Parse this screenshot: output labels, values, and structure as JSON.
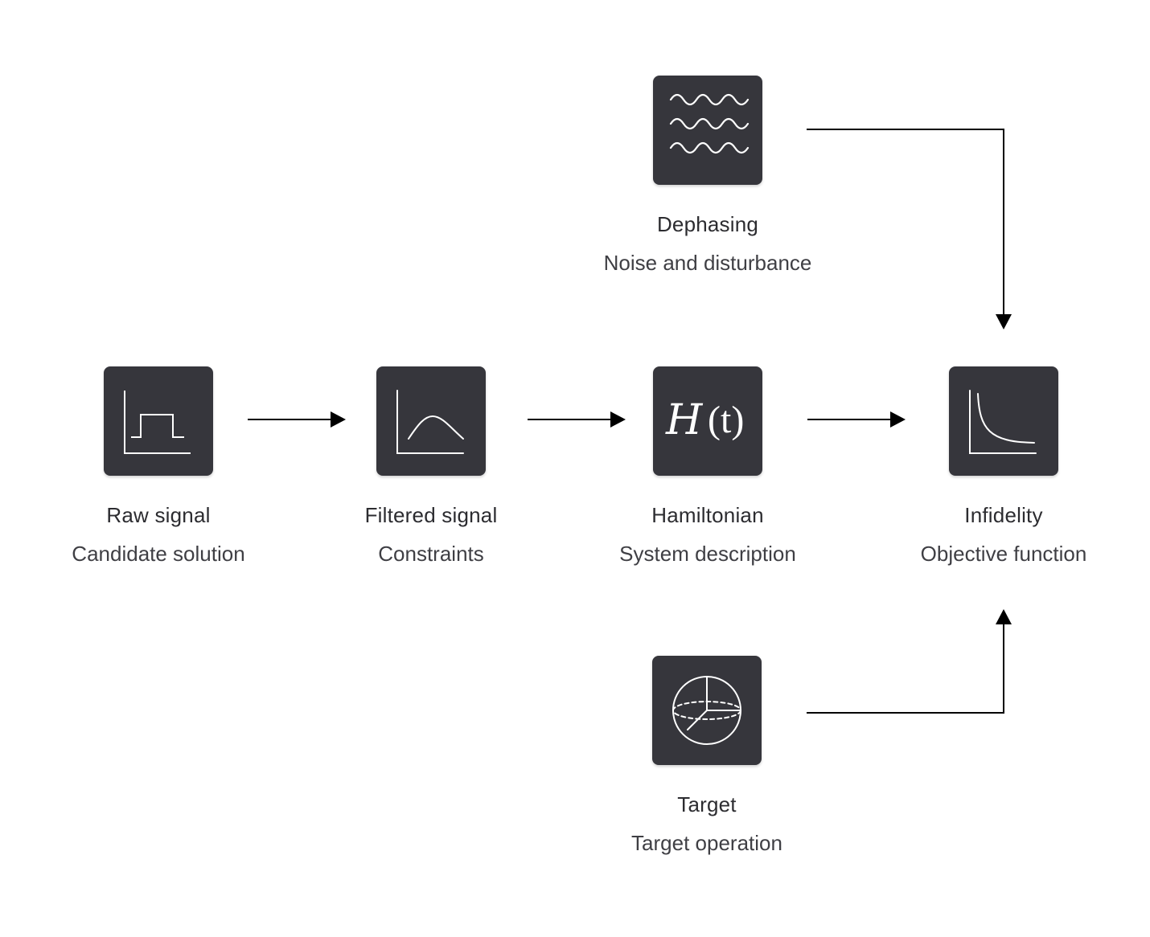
{
  "colors": {
    "tile": "#36363c",
    "icon_stroke": "#ffffff",
    "arrow": "#000000",
    "title_text": "#2c2c30",
    "subtitle_text": "#3f3f44"
  },
  "nodes": {
    "dephasing": {
      "icon": "waves-icon",
      "title": "Dephasing",
      "subtitle": "Noise and disturbance"
    },
    "raw_signal": {
      "icon": "square-pulse-icon",
      "title": "Raw signal",
      "subtitle": "Candidate solution"
    },
    "filtered_signal": {
      "icon": "smooth-pulse-icon",
      "title": "Filtered signal",
      "subtitle": "Constraints"
    },
    "hamiltonian": {
      "icon": "hamiltonian-formula-icon",
      "formula_symbol": "H",
      "formula_arg": "(t)",
      "title": "Hamiltonian",
      "subtitle": "System description"
    },
    "infidelity": {
      "icon": "decay-curve-icon",
      "title": "Infidelity",
      "subtitle": "Objective function"
    },
    "target": {
      "icon": "bloch-sphere-icon",
      "title": "Target",
      "subtitle": "Target operation"
    }
  },
  "edges": [
    {
      "from": "raw_signal",
      "to": "filtered_signal"
    },
    {
      "from": "filtered_signal",
      "to": "hamiltonian"
    },
    {
      "from": "hamiltonian",
      "to": "infidelity"
    },
    {
      "from": "dephasing",
      "to": "infidelity"
    },
    {
      "from": "target",
      "to": "infidelity"
    }
  ]
}
